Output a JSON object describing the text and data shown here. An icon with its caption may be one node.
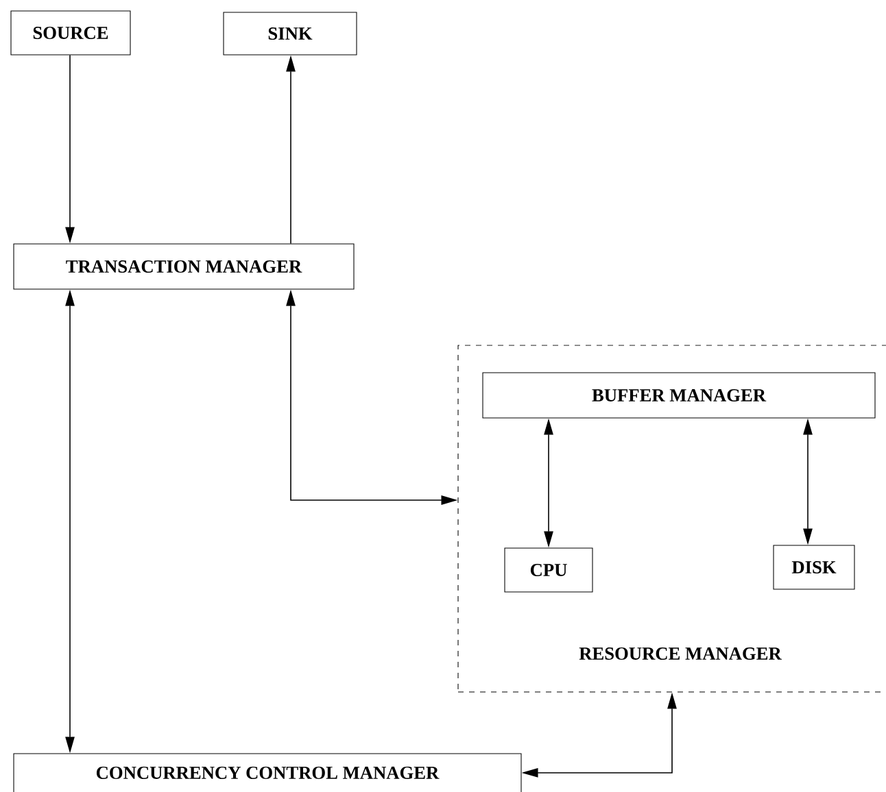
{
  "diagram": {
    "nodes": [
      {
        "text": [
          "SOURCE"
        ]
      },
      {
        "text": [
          "SINK"
        ]
      },
      {
        "text": [
          "TRANSACTION MANAGER"
        ]
      },
      {
        "text": [
          "RESOURCE MANAGER"
        ]
      },
      {
        "text": [
          "BUFFER MANAGER"
        ],
        "in": 3
      },
      {
        "text": [
          "CPU"
        ],
        "in": 3
      },
      {
        "text": [
          "DISK"
        ],
        "in": 3
      },
      {
        "text": [
          "CONCURRENCY CONTROL MANAGER"
        ]
      }
    ],
    "edges": [
      {
        "from": 0,
        "to": 2,
        "arrow": "to"
      },
      {
        "from": 2,
        "to": 1,
        "arrow": "to"
      },
      {
        "from": 2,
        "to": 7,
        "arrow": "both"
      },
      {
        "from": 2,
        "to": 3,
        "arrow": "both"
      },
      {
        "from": 4,
        "to": 5,
        "arrow": "both"
      },
      {
        "from": 4,
        "to": 6,
        "arrow": "both"
      },
      {
        "from": 7,
        "to": 3,
        "arrow": "both"
      }
    ]
  }
}
